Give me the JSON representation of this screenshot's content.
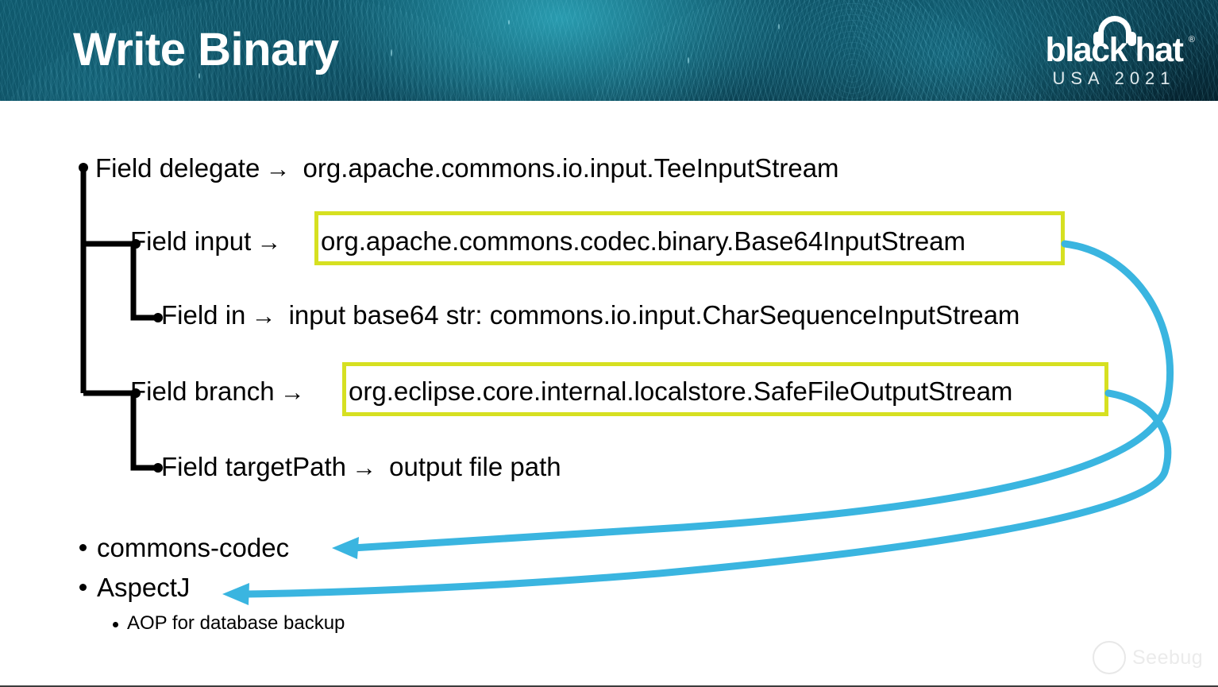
{
  "header": {
    "title": "Write Binary",
    "logo": {
      "brand": "black hat",
      "edition": "USA 2021",
      "registered": "®"
    }
  },
  "colors": {
    "banner_dark": "#05222e",
    "banner_teal": "#0d5265",
    "highlight_box": "#d6e021",
    "arrow_blue": "#3ab5e0",
    "text": "#000000",
    "watermark": "#d8d8d8"
  },
  "tree": {
    "root": {
      "label": "Field delegate",
      "arrow": "→",
      "value": "org.apache.commons.io.input.TeeInputStream"
    },
    "children": [
      {
        "label": "Field input",
        "arrow": "→",
        "value": "org.apache.commons.codec.binary.Base64InputStream",
        "highlighted": true,
        "child": {
          "label": "Field in",
          "arrow": "→",
          "value": "input base64 str: commons.io.input.CharSequenceInputStream",
          "highlighted": false
        }
      },
      {
        "label": "Field branch",
        "arrow": "→",
        "value": "org.eclipse.core.internal.localstore.SafeFileOutputStream",
        "highlighted": true,
        "child": {
          "label": "Field targetPath",
          "arrow": "→",
          "value": "output file path",
          "highlighted": false
        }
      }
    ]
  },
  "bullets": [
    {
      "label": "commons-codec",
      "level": 1
    },
    {
      "label": "AspectJ",
      "level": 1
    },
    {
      "label": "AOP for database backup",
      "level": 2
    }
  ],
  "watermark": {
    "label": "Seebug"
  }
}
